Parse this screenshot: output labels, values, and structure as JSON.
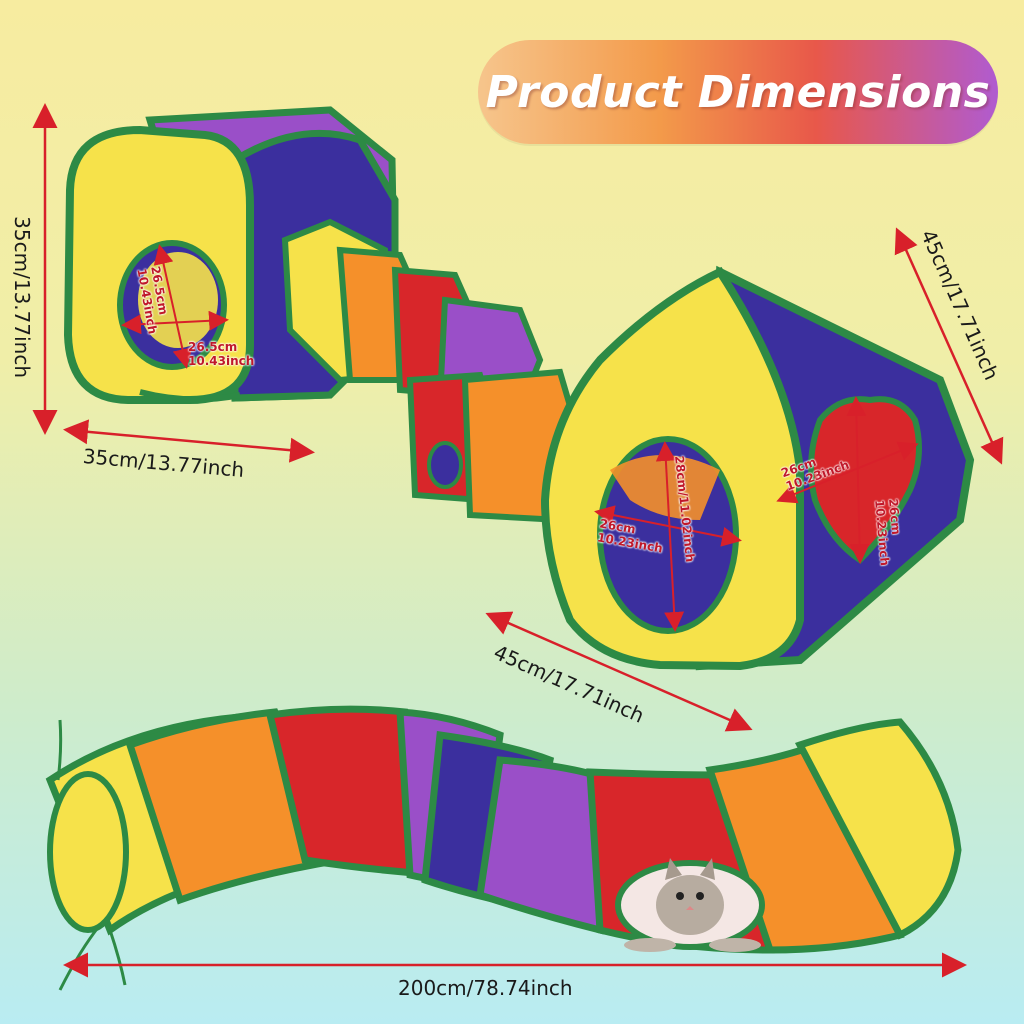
{
  "title": "Product Dimensions",
  "colors": {
    "arrow": "#d8202a",
    "yellow": "#f6e24a",
    "purple": "#9a4fc8",
    "navy": "#3b2f9e",
    "red": "#d8262a",
    "orange": "#f5902a",
    "green_trim": "#2d8a45"
  },
  "dimensions": {
    "cube_height": "35cm/13.77inch",
    "cube_width": "35cm/13.77inch",
    "cube_hole_height": "26.5cm\n10.43inch",
    "cube_hole_width": "26.5cm\n10.43inch",
    "tent_height": "45cm/17.71inch",
    "tent_width": "45cm/17.71inch",
    "tent_front_hole_height": "28cm/11.02inch",
    "tent_front_hole_width": "26cm\n10.23inch",
    "tent_side_hole_width": "26cm\n10.23inch",
    "tent_side_hole_height": "26cm\n10.23inch",
    "tunnel_length": "200cm/78.74inch"
  }
}
